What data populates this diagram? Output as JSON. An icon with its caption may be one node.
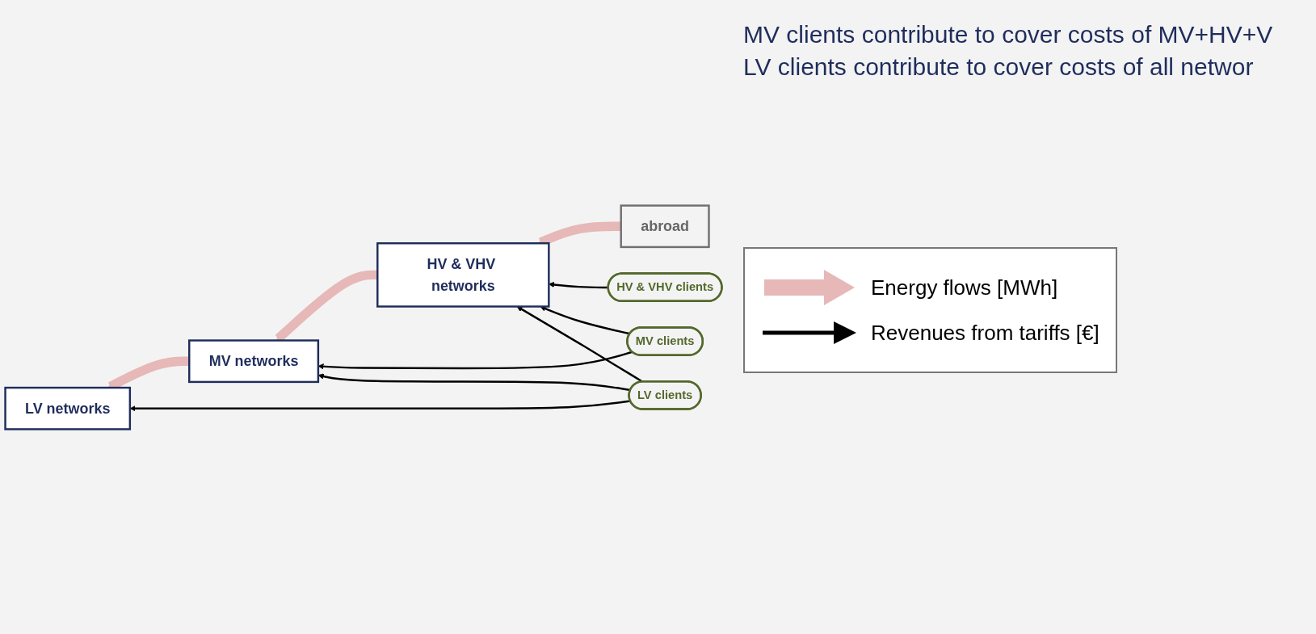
{
  "diagram": {
    "nodes": [
      {
        "text": [
          "abroad"
        ]
      },
      {
        "text": [
          "HV & VHV networks"
        ]
      },
      {
        "text": [
          "MV networks"
        ]
      },
      {
        "text": [
          "LV networks"
        ]
      },
      {
        "text": [
          "HV & VHV clients"
        ]
      },
      {
        "text": [
          "MV clients"
        ]
      },
      {
        "text": [
          "LV clients"
        ]
      }
    ],
    "edges": [
      {
        "from": 0,
        "to": 1,
        "arrow": "to",
        "style": "thick",
        "color": "#e6b8b7"
      },
      {
        "from": 1,
        "to": 2,
        "arrow": "to",
        "style": "thick",
        "color": "#e6b8b7"
      },
      {
        "from": 2,
        "to": 3,
        "arrow": "to",
        "style": "thick",
        "color": "#e6b8b7"
      },
      {
        "from": 4,
        "to": 1,
        "arrow": "to"
      },
      {
        "from": 5,
        "to": 1,
        "arrow": "to"
      },
      {
        "from": 5,
        "to": 2,
        "arrow": "to"
      },
      {
        "from": 6,
        "to": 1,
        "arrow": "to"
      },
      {
        "from": 6,
        "to": 2,
        "arrow": "to"
      },
      {
        "from": 6,
        "to": 3,
        "arrow": "to"
      }
    ],
    "labels": [
      "MV clients contribute to cover costs of MV+HV+V",
      "LV clients contribute to cover costs of all networ"
    ],
    "legend": [
      {
        "text": "Energy flows [MWh]"
      },
      {
        "text": "Revenues from tariffs [€]"
      }
    ]
  }
}
